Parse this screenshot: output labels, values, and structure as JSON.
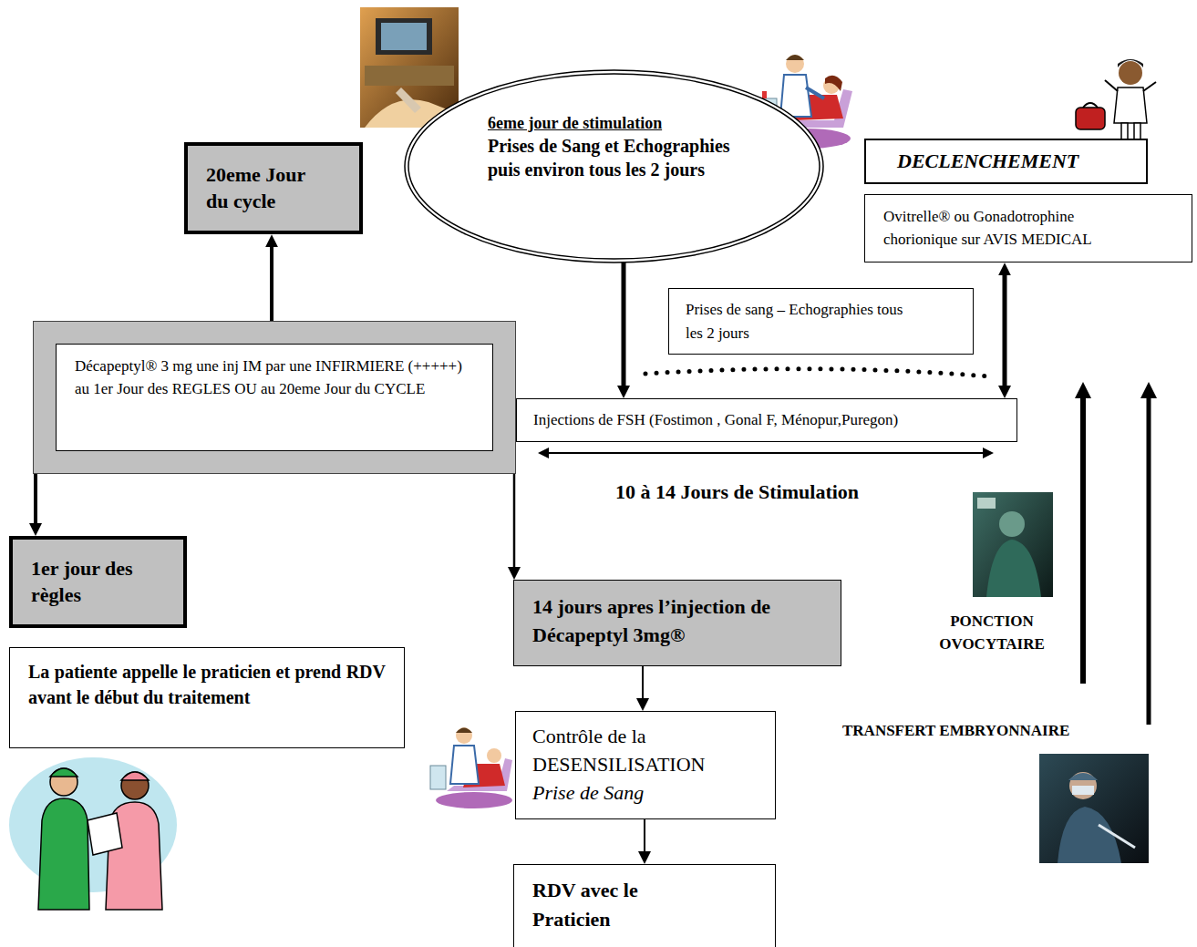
{
  "diagram": {
    "nodes": [
      {
        "text": [
          "20eme Jour du cycle"
        ]
      },
      {
        "text": [
          "6eme jour de stimulation",
          "Prises de Sang et Echographies puis environ tous les 2 jours"
        ]
      },
      {
        "text": [
          "DECLENCHEMENT"
        ]
      },
      {
        "text": [
          "Ovitrelle® ou Gonadotrophine chorionique sur AVIS MEDICAL"
        ]
      },
      {
        "text": [
          "Prises de sang – Echographies tous les 2 jours"
        ]
      },
      {
        "text": [
          "Décapeptyl® 3 mg une inj IM par une INFIRMIERE (+++++) au 1er Jour des REGLES OU au 20eme Jour du CYCLE"
        ]
      },
      {
        "text": [
          "Injections de FSH (Fostimon , Gonal F, Ménopur,Puregon)"
        ]
      },
      {
        "text": [
          "1er jour des règles"
        ]
      },
      {
        "text": [
          "La patiente appelle le praticien et prend RDV avant le début du traitement"
        ]
      },
      {
        "text": [
          "14 jours apres l’injection de Décapeptyl 3mg®"
        ]
      },
      {
        "text": [
          "Contrôle de la DESENSILISATION",
          "Prise de Sang"
        ]
      },
      {
        "text": [
          "RDV avec le Praticien"
        ]
      }
    ],
    "edges": [
      {
        "from": 5,
        "to": 0,
        "arrow": "to"
      },
      {
        "from": 5,
        "to": 7,
        "arrow": "to"
      },
      {
        "from": 5,
        "to": 9,
        "arrow": "to"
      },
      {
        "from": 1,
        "to": 6,
        "arrow": "to"
      },
      {
        "from": 6,
        "to": 3,
        "arrow": "both"
      },
      {
        "from": 9,
        "to": 10,
        "arrow": "to"
      },
      {
        "from": 10,
        "to": 11,
        "arrow": "to"
      }
    ],
    "labels": [
      "10 à 14 Jours de Stimulation",
      "PONCTION OVOCYTAIRE",
      "TRANSFERT EMBRYONNAIRE"
    ]
  }
}
